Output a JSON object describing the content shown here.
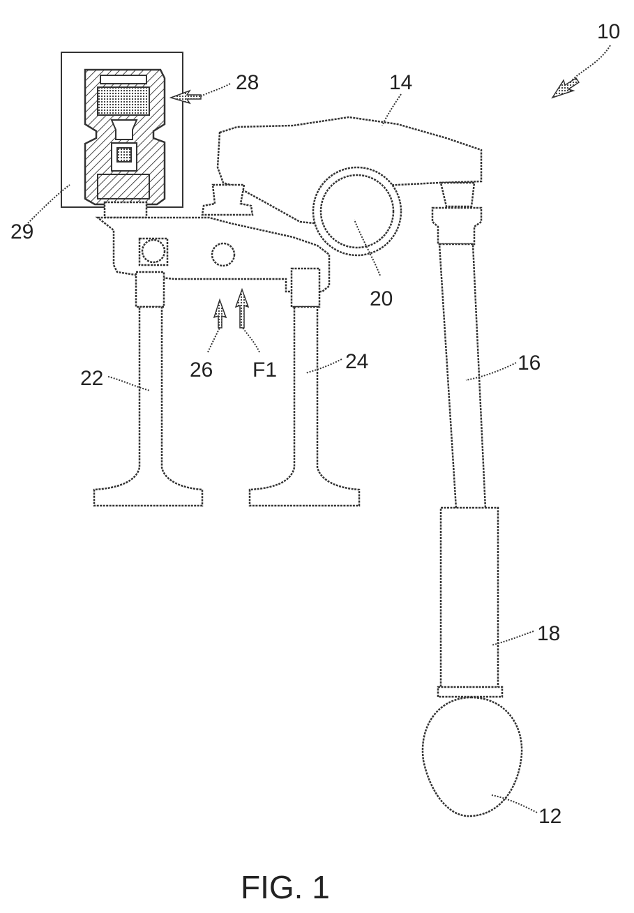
{
  "figure": {
    "caption": "FIG. 1",
    "labels": {
      "l10": "10",
      "l12": "12",
      "l14": "14",
      "l16": "16",
      "l18": "18",
      "l20": "20",
      "l22": "22",
      "l24": "24",
      "l26": "26",
      "l28": "28",
      "l29": "29",
      "lF1": "F1"
    }
  }
}
